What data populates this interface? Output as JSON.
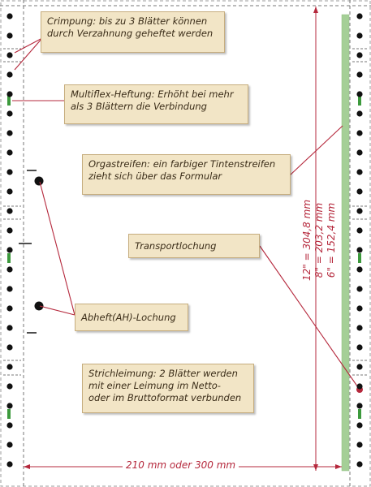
{
  "callouts": {
    "crimpung": "Crimpung: bis zu 3 Blätter können\ndurch Verzahnung geheftet werden",
    "multiflex": "Multiflex-Heftung: Erhöht bei mehr\nals 3 Blättern die Verbindung",
    "orgastreifen": "Orgastreifen: ein farbiger Tintenstreifen\nzieht sich über das Formular",
    "transportlochung": "Transportlochung",
    "abheft": "Abheft(AH)-Lochung",
    "strichleimung": "Strichleimung: 2 Blätter werden\nmit einer Leimung im Netto-\noder im Bruttoformat verbunden"
  },
  "measurements": {
    "width": "210 mm oder 300 mm",
    "height_12": "12\" = 304,8 mm",
    "height_8": "8\" = 203,2 mm",
    "height_6": "6\" = 152,4 mm"
  },
  "colors": {
    "leader": "#b5283c",
    "orga_stripe": "#a5cf97",
    "multiflex_mark": "#3d9a3d",
    "callout_fill": "#f2e5c6"
  }
}
